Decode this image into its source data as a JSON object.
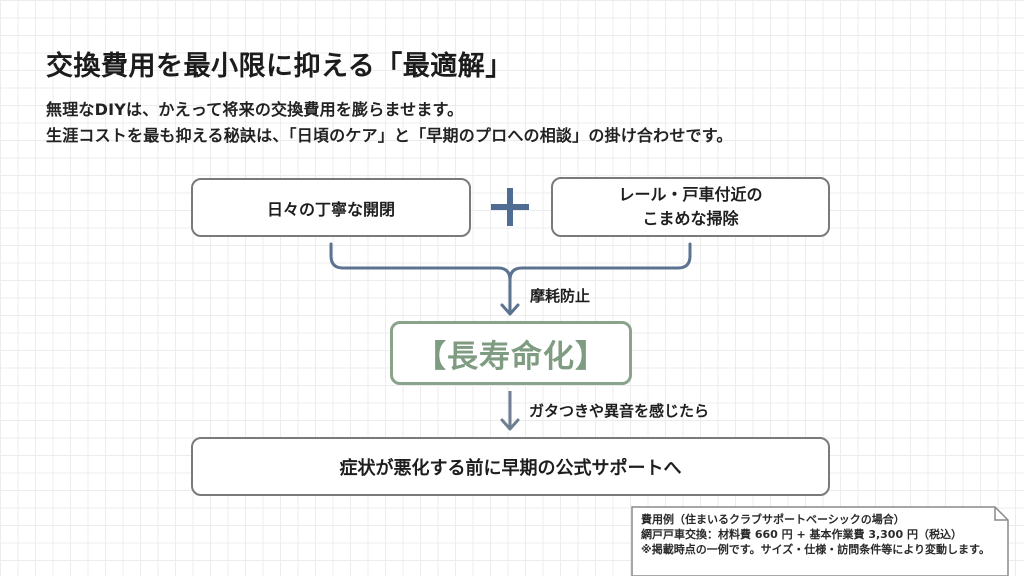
{
  "header": {
    "title": "交換費用を最小限に抑える「最適解」",
    "subtitle_lines": [
      "無理なDIYは、かえって将来の交換費用を膨らませます。",
      "生涯コストを最も抑える秘訣は、「日頃のケア」と「早期のプロへの相談」の掛け合わせです。"
    ]
  },
  "diagram": {
    "input_boxes": [
      {
        "label": "日々の丁寧な開閉"
      },
      {
        "label_lines": [
          "レール・戸車付近の",
          "こまめな掃除"
        ]
      }
    ],
    "combine_symbol": "+",
    "arrow1_label": "摩耗防止",
    "result_box": {
      "label": "【長寿命化】",
      "color": "#7f9c82"
    },
    "arrow2_label": "ガタつきや異音を感じたら",
    "action_box": {
      "label": "症状が悪化する前に早期の公式サポートへ"
    },
    "colors": {
      "connector": "#5b7390",
      "plus": "#4f6d92",
      "box_border": "#7a7a7a",
      "result_border": "#8aa38c"
    }
  },
  "note": {
    "lines": [
      "費用例（住まいるクラブサポートベーシックの場合）",
      "網戸戸車交換：材料費 660 円 + 基本作業費 3,300 円（税込）",
      "※掲載時点の一例です。サイズ・仕様・訪問条件等により変動します。"
    ]
  }
}
